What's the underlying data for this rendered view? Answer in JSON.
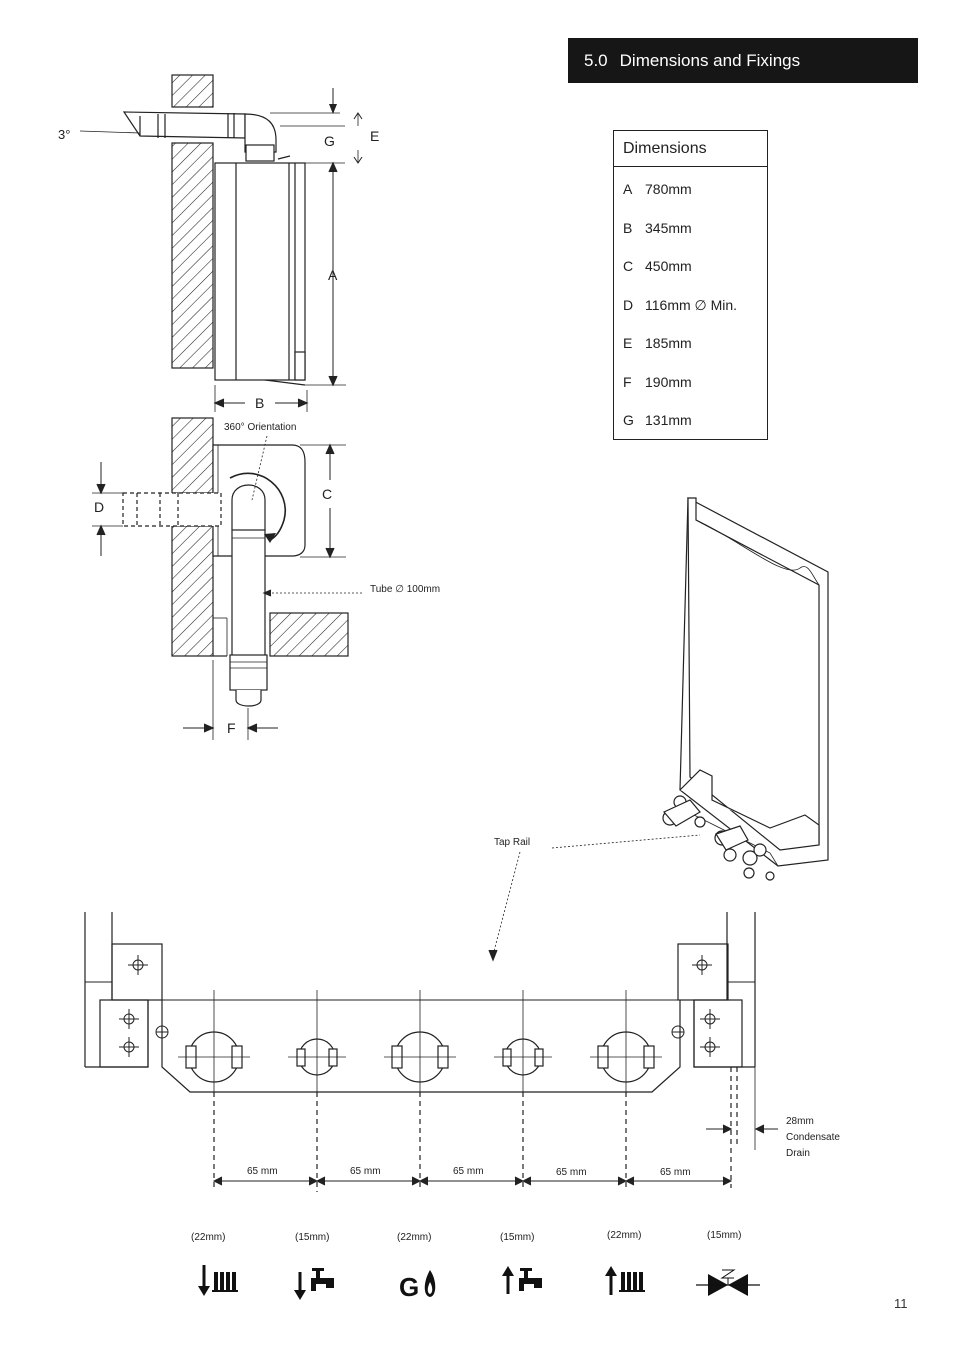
{
  "header": {
    "section_number": "5.0",
    "title": "Dimensions and Fixings"
  },
  "dimensions_table": {
    "title": "Dimensions",
    "rows": [
      {
        "key": "A",
        "value": "780mm"
      },
      {
        "key": "B",
        "value": "345mm"
      },
      {
        "key": "C",
        "value": "450mm"
      },
      {
        "key": "D",
        "value": "116mm ∅ Min."
      },
      {
        "key": "E",
        "value": "185mm"
      },
      {
        "key": "F",
        "value": "190mm"
      },
      {
        "key": "G",
        "value": "131mm"
      }
    ]
  },
  "side_view": {
    "angle": "3°",
    "label_g": "G",
    "label_e": "E",
    "label_a": "A",
    "label_b": "B"
  },
  "top_view": {
    "orientation": "360° Orientation",
    "label_c": "C",
    "label_d": "D",
    "label_f": "F",
    "tube": "Tube ∅ 100mm"
  },
  "tap_rail": {
    "label": "Tap Rail"
  },
  "condensate": {
    "line1": "28mm",
    "line2": "Condensate",
    "line3": "Drain"
  },
  "spacings": [
    "65 mm",
    "65 mm",
    "65 mm",
    "65 mm",
    "65 mm"
  ],
  "connections": [
    {
      "size": "(22mm)",
      "icon": "heating-flow-icon"
    },
    {
      "size": "(15mm)",
      "icon": "hot-water-outlet-icon"
    },
    {
      "size": "(22mm)",
      "icon": "gas-icon"
    },
    {
      "size": "(15mm)",
      "icon": "cold-water-inlet-icon"
    },
    {
      "size": "(22mm)",
      "icon": "heating-return-icon"
    },
    {
      "size": "(15mm)",
      "icon": "safety-valve-icon"
    }
  ],
  "page_number": "11"
}
